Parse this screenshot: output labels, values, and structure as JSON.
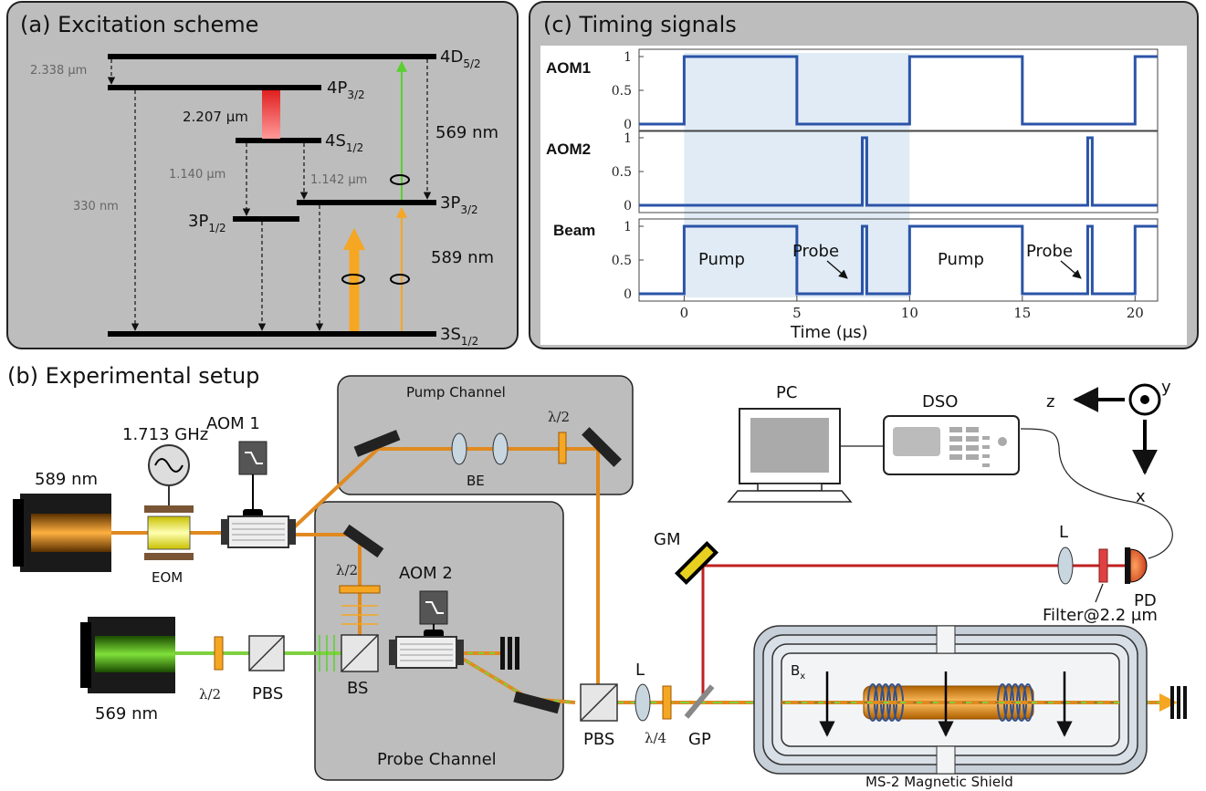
{
  "panel_a": {
    "title": "(a) Excitation scheme",
    "levels": {
      "l4d": "4D",
      "l4d_sub": "5/2",
      "l4p": "4P",
      "l4p_sub": "3/2",
      "l4s": "4S",
      "l4s_sub": "1/2",
      "l3p32": "3P",
      "l3p32_sub": "3/2",
      "l3p12": "3P",
      "l3p12_sub": "1/2",
      "l3s": "3S",
      "l3s_sub": "1/2"
    },
    "wavelengths": {
      "w2338": "2.338 μm",
      "w2207": "2.207 μm",
      "w1140": "1.140 μm",
      "w1142": "1.142 μm",
      "w330": "330 nm",
      "w569": "569 nm",
      "w589": "589 nm"
    }
  },
  "panel_c": {
    "title": "(c) Timing signals",
    "rows": [
      "AOM1",
      "AOM2",
      "Beam"
    ],
    "annotations": {
      "pump": "Pump",
      "probe": "Probe"
    },
    "x_label": "Time (μs)"
  },
  "chart_data": {
    "type": "line",
    "x_ticks": [
      "0",
      "5",
      "10",
      "15",
      "20"
    ],
    "y_ticks": [
      "0",
      "0.5",
      "1"
    ],
    "xlim": [
      -2,
      21
    ],
    "ylim": [
      0,
      1
    ],
    "shaded_region": [
      0,
      10
    ],
    "series": [
      {
        "name": "AOM1",
        "x": [
          -2,
          0,
          0,
          5,
          5,
          10,
          10,
          15,
          15,
          20,
          20,
          21
        ],
        "y": [
          0,
          0,
          1,
          1,
          0,
          0,
          1,
          1,
          0,
          0,
          1,
          1
        ]
      },
      {
        "name": "AOM2",
        "x": [
          -2,
          7.9,
          7.9,
          8.1,
          8.1,
          17.9,
          17.9,
          18.1,
          18.1,
          21
        ],
        "y": [
          0,
          0,
          1,
          1,
          0,
          0,
          1,
          1,
          0,
          0
        ]
      },
      {
        "name": "Beam",
        "x": [
          -2,
          0,
          0,
          5,
          5,
          7.9,
          7.9,
          8.1,
          8.1,
          10,
          10,
          15,
          15,
          17.9,
          17.9,
          18.1,
          18.1,
          20,
          20,
          21
        ],
        "y": [
          0,
          0,
          1,
          1,
          0,
          0,
          1,
          1,
          0,
          0,
          1,
          1,
          0,
          0,
          1,
          1,
          0,
          0,
          1,
          1
        ]
      }
    ]
  },
  "panel_b": {
    "title": "(b) Experimental setup",
    "pump_channel": "Pump Channel",
    "probe_channel": "Probe Channel",
    "labels": {
      "laser589": "589 nm",
      "laser569": "569 nm",
      "freq": "1.713 GHz",
      "aom1": "AOM 1",
      "aom2": "AOM 2",
      "eom": "EOM",
      "be": "BE",
      "hwp": "λ/2",
      "qwp": "λ/4",
      "pbs": "PBS",
      "bs": "BS",
      "lens": "L",
      "gp": "GP",
      "gm": "GM",
      "pc": "PC",
      "dso": "DSO",
      "pd": "PD",
      "filter": "Filter@2.2 μm",
      "shield": "MS-2 Magnetic Shield",
      "bx": "B",
      "bx_sub": "x",
      "axis_z": "z",
      "axis_y": "y",
      "axis_x": "x"
    }
  }
}
